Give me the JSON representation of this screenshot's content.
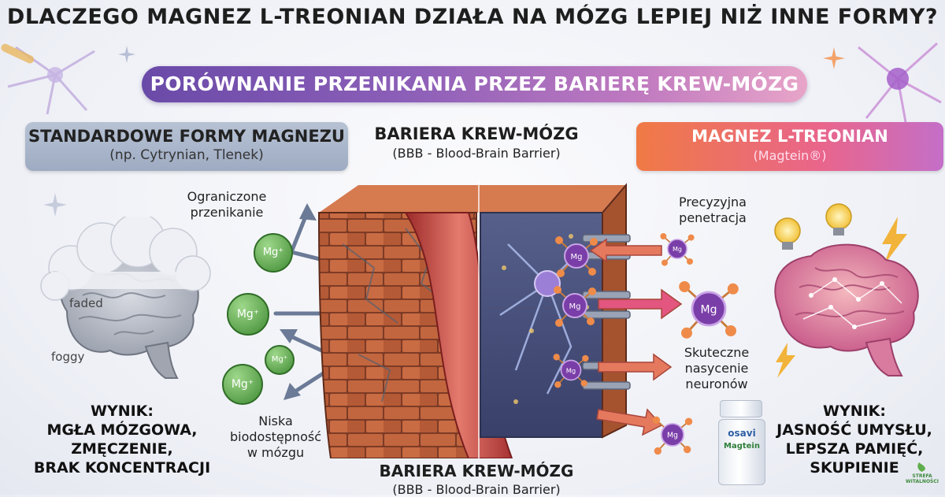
{
  "title": "DLACZEGO MAGNEZ L-TREONIAN DZIAŁA NA MÓZG LEPIEJ NIŻ INNE FORMY?",
  "banner": "PORÓWNANIE PRZENIKANIA PRZEZ BARIERĘ KREW-MÓZG",
  "left": {
    "heading": "STANDARDOWE FORMY MAGNEZU",
    "subheading": "(np. Cytrynian, Tlenek)",
    "brain_labels": [
      "faded",
      "foggy"
    ],
    "note_top": [
      "Ograniczone",
      "przenikanie"
    ],
    "note_bottom": [
      "Niska",
      "biodostępność",
      "w mózgu"
    ],
    "result": [
      "WYNIK:",
      "MGŁA MÓZGOWA,",
      "ZMĘCZENIE,",
      "BRAK KONCENTRACJI"
    ]
  },
  "center": {
    "heading": "BARIERA KREW-MÓZG",
    "subheading": "(BBB - Blood-Brain Barrier)",
    "bottom_heading": "BARIERA KREW-MÓZG",
    "bottom_subheading": "(BBB - Blood-Brain Barrier)"
  },
  "right": {
    "heading": "MAGNEZ L-TREONIAN",
    "subheading": "(Magtein®)",
    "note_top": [
      "Precyzyjna",
      "penetracja"
    ],
    "note_mid": [
      "Skuteczne",
      "nasycenie",
      "neuronów"
    ],
    "result": [
      "WYNIK:",
      "JASNOŚĆ UMYSŁU,",
      "LEPSZA PAMIĘĆ,",
      "SKUPIENIE"
    ],
    "bottle_brand": "osavi",
    "bottle_label": "Magtein"
  },
  "molecule_symbol": "Mg",
  "ion_symbol": "Mg⁺",
  "brand_mark": [
    "STREFA",
    "WITALNOŚCI"
  ],
  "colors": {
    "standard_head": "#a9b5ca",
    "treonian_head": "#ee6f6a",
    "banner": "#8c5fb8",
    "brick": "#c0623e",
    "mg_green": "#4e9a40",
    "mg_purple": "#7a3ea8"
  }
}
